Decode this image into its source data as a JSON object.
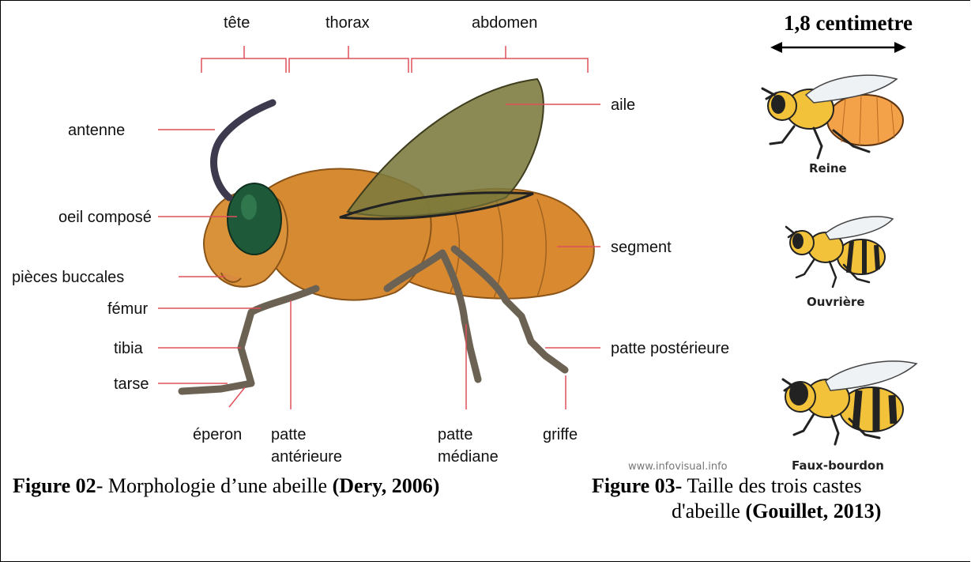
{
  "regions": {
    "head": "tête",
    "thorax": "thorax",
    "abdomen": "abdomen"
  },
  "left_labels": {
    "antenna": "antenne",
    "compound_eye": "oeil composé",
    "mouthparts": "pièces buccales",
    "femur": "fémur",
    "tibia": "tibia",
    "tarsus": "tarse"
  },
  "right_labels": {
    "wing": "aile",
    "segment": "segment",
    "hind_leg": "patte postérieure"
  },
  "bottom_labels": {
    "spur": "éperon",
    "fore_leg_line1": "patte",
    "fore_leg_line2": "antérieure",
    "mid_leg_line1": "patte",
    "mid_leg_line2": "médiane",
    "claw": "griffe"
  },
  "credit": "www.infovisual.info",
  "scale": {
    "label": "1,8 centimetre"
  },
  "castes": {
    "queen": "Reine",
    "worker": "Ouvrière",
    "drone": "Faux-bourdon"
  },
  "caption_fig02": {
    "bold_prefix": "Figure 02",
    "text": "- Morphologie d’une abeille ",
    "citation": "(Dery, 2006)"
  },
  "caption_fig03": {
    "bold_prefix": "Figure 03-",
    "text_line1": " Taille des trois castes",
    "text_line2": "d'abeille ",
    "citation": "(Gouillet, 2013)"
  },
  "colors": {
    "leader_line": "#e0505a",
    "body_orange": "#d98a30",
    "wing_olive": "#7c7a3c",
    "leg_gray": "#6b6253",
    "eye_green": "#1e5a3a",
    "antenna": "#3e3a4e"
  }
}
